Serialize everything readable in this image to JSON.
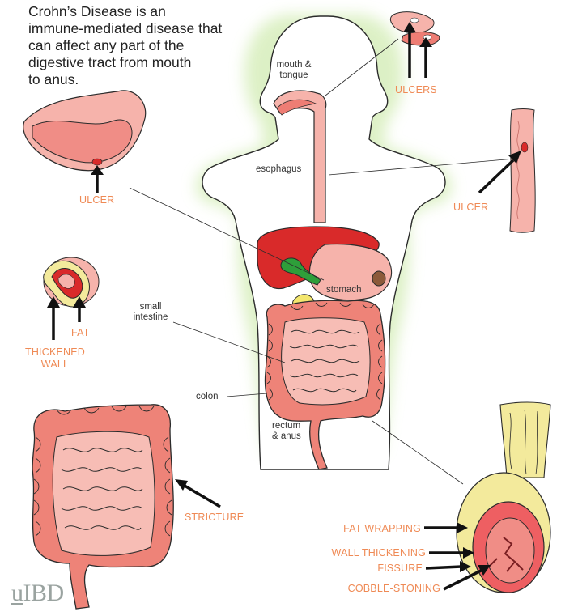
{
  "intro": {
    "line1": "Crohn’s Disease is an",
    "line2": "immune-mediated disease that",
    "line3": "can affect any part of the",
    "line4": "digestive tract from mouth",
    "line5": "to anus."
  },
  "anatomy": {
    "mouth_line1": "mouth &",
    "mouth_line2": "tongue",
    "esophagus": "esophagus",
    "stomach": "stomach",
    "small_intestine_line1": "small",
    "small_intestine_line2": "intestine",
    "colon": "colon",
    "rectum_line1": "rectum",
    "rectum_line2": "& anus"
  },
  "callouts": {
    "ulcers": "ULCERS",
    "ulcer_stomach": "ULCER",
    "ulcer_esophagus": "ULCER",
    "fat": "FAT",
    "thickened_line1": "THICKENED",
    "thickened_line2": "WALL",
    "stricture": "STRICTURE",
    "fat_wrapping": "FAT-WRAPPING",
    "wall_thickening": "WALL THICKENING",
    "fissure": "FISSURE",
    "cobble_stoning": "COBBLE-STONING"
  },
  "logo": {
    "u": "u",
    "rest": "IBD"
  },
  "colors": {
    "outline": "#2b2b2b",
    "glow": "#d9efbf",
    "liver": "#d92a2a",
    "tissue": "#f08d86",
    "tissue_light": "#f7bdb5",
    "intestine": "#ee8378",
    "fat": "#f3ea9c",
    "gallbladder": "#2e9e3a",
    "label_orange": "#ef8a55"
  }
}
